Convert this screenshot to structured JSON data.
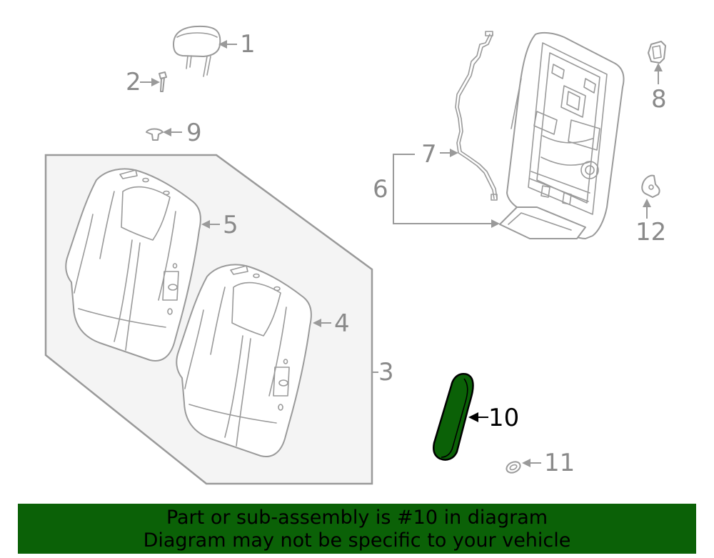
{
  "callouts": {
    "c1": "1",
    "c2": "2",
    "c3": "3",
    "c4": "4",
    "c5": "5",
    "c6": "6",
    "c7": "7",
    "c8": "8",
    "c9": "9",
    "c10": "10",
    "c11": "11",
    "c12": "12"
  },
  "highlight_color": "#0b6107",
  "banner": {
    "line1": "Part or sub-assembly is #10 in diagram",
    "line2": "Diagram may not be specific to your vehicle"
  }
}
